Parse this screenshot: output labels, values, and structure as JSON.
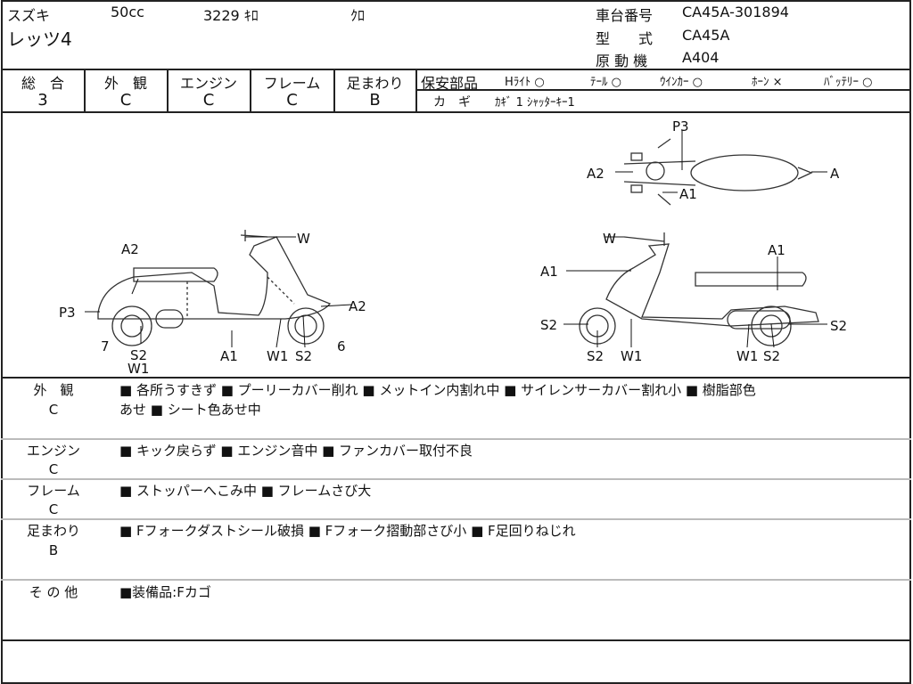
{
  "header": {
    "maker": "スズキ",
    "displacement": "50cc",
    "mileage": "3229 ｷﾛ",
    "color": "ｸﾛ",
    "model": "レッツ4",
    "frame_no_label": "車台番号",
    "frame_no": "CA45A-301894",
    "type_label": "型　　式",
    "type": "CA45A",
    "engine_label": "原 動 機",
    "engine": "A404"
  },
  "grades": [
    {
      "label": "総　合",
      "value": "3"
    },
    {
      "label": "外　観",
      "value": "C"
    },
    {
      "label": "エンジン",
      "value": "C"
    },
    {
      "label": "フレーム",
      "value": "C"
    },
    {
      "label": "足まわり",
      "value": "B"
    }
  ],
  "safety": {
    "label": "保安部品",
    "items": [
      "Hﾗｲﾄ ○",
      "ﾃｰﾙ ○",
      "ｳｲﾝｶｰ ○",
      "ﾎｰﾝ ×",
      "ﾊﾞｯﾃﾘｰ ○"
    ],
    "keys_label": "カ　ギ",
    "keys": "ｶｷﾞ 1 ｼｬｯﾀｰｷｰ1"
  },
  "diagram": {
    "left": [
      "A2",
      "P3",
      "7",
      "S2",
      "W1",
      "A1",
      "W1",
      "S2",
      "6",
      "A2",
      "W"
    ],
    "right": [
      "W",
      "A1",
      "S2",
      "S2",
      "W1",
      "A1",
      "S2",
      "W1",
      "S2"
    ],
    "top": [
      "P3",
      "A2",
      "A",
      "A1"
    ]
  },
  "comments": [
    {
      "cat": "外　観",
      "grade": "C",
      "lines": [
        "■ 各所うすきず ■ プーリーカバー削れ ■ メットイン内割れ中 ■ サイレンサーカバー割れ小 ■ 樹脂部色",
        "あせ ■ シート色あせ中"
      ]
    },
    {
      "cat": "エンジン",
      "grade": "C",
      "lines": [
        "■ キック戻らず ■ エンジン音中 ■ ファンカバー取付不良"
      ]
    },
    {
      "cat": "フレーム",
      "grade": "C",
      "lines": [
        "■ ストッパーへこみ中 ■ フレームさび大"
      ]
    },
    {
      "cat": "足まわり",
      "grade": "B",
      "lines": [
        "■ Fフォークダストシール破損 ■ Fフォーク摺動部さび小 ■ F足回りねじれ"
      ]
    },
    {
      "cat": "そ の 他",
      "grade": "",
      "lines": [
        "■装備品:Fカゴ"
      ]
    }
  ]
}
